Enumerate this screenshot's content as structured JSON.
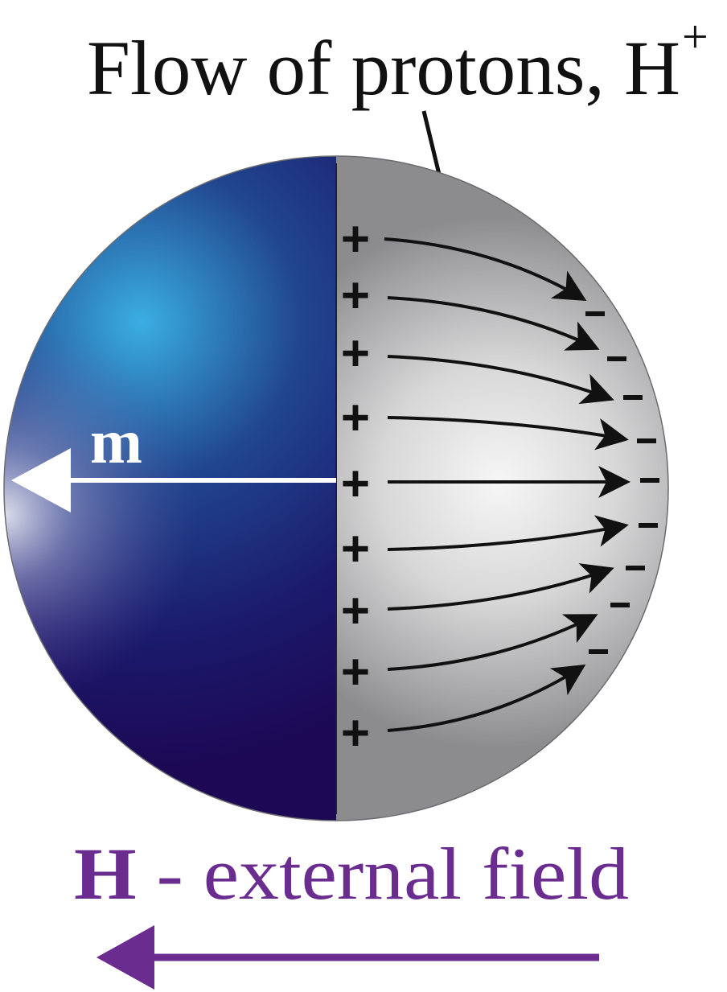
{
  "title": {
    "text": "Flow of protons, H",
    "superscript": "+"
  },
  "moment_label": "m",
  "field_label": {
    "symbol": "H",
    "text": " - external field"
  },
  "charges": {
    "plus_symbol": "+",
    "minus_symbol": "-",
    "plus_count": 9,
    "minus_count": 9
  },
  "colors": {
    "sphere_blue_light": "#3aaee2",
    "sphere_blue_dark": "#1c0854",
    "sphere_gray_light": "#f4f4f4",
    "sphere_gray_dark": "#8c8c8e",
    "field_purple": "#6a2c8e",
    "moment_arrow": "#ffffff",
    "text": "#111111"
  }
}
